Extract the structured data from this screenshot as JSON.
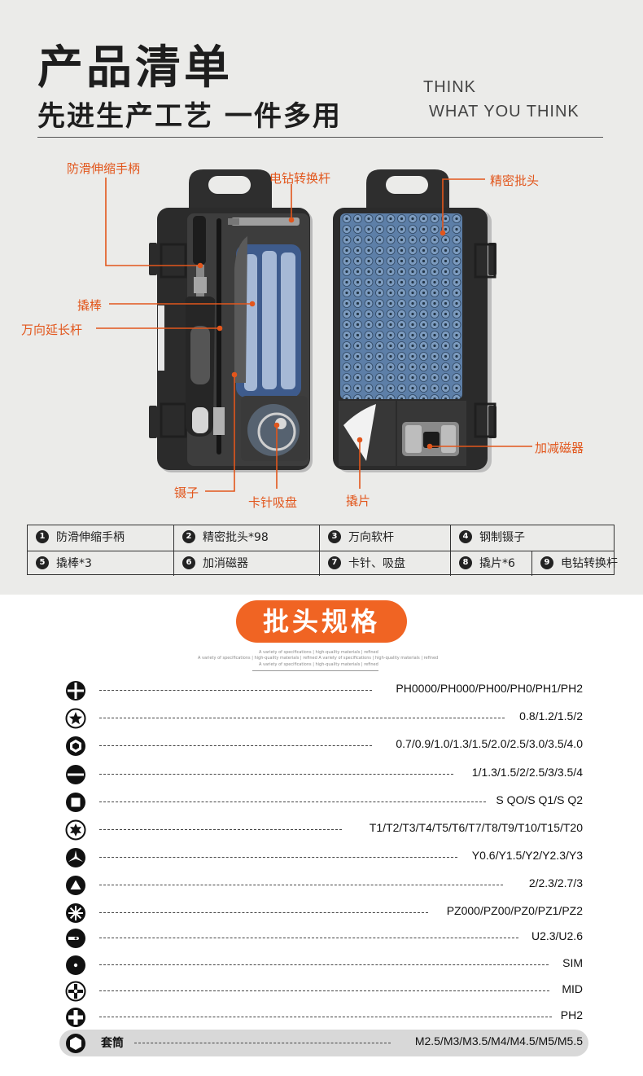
{
  "header": {
    "title": "产品清单",
    "subtitle": "先进生产工艺 一件多用",
    "slogan_line1": "THINK",
    "slogan_line2": "WHAT YOU THINK"
  },
  "callouts": {
    "handle": "防滑伸缩手柄",
    "drill_adapter": "电钻转换杆",
    "precision_bits": "精密批头",
    "pry_bar": "撬棒",
    "extension_rod": "万向延长杆",
    "magnetizer": "加减磁器",
    "tweezers": "镊子",
    "pin_sucker": "卡针吸盘",
    "pick": "撬片"
  },
  "contents_table": [
    {
      "num": "1",
      "label": "防滑伸缩手柄"
    },
    {
      "num": "2",
      "label": "精密批头*98"
    },
    {
      "num": "3",
      "label": "万向软杆"
    },
    {
      "num": "4",
      "label": "钢制镊子"
    },
    {
      "num": "5",
      "label": "撬棒*3"
    },
    {
      "num": "6",
      "label": "加消磁器"
    },
    {
      "num": "7",
      "label": "卡针、吸盘"
    },
    {
      "num": "8",
      "label": "撬片*6"
    },
    {
      "num": "9",
      "label": "电钻转换杆"
    }
  ],
  "spec_section": {
    "title": "批头规格",
    "tagline_1": "A variety of specifications | high-quality materials | refined",
    "tagline_2": "A variety of specifications | high-quality materials | refined  A variety of specifications | high-quality materials | refined",
    "tagline_3": "A variety of specifications | high-quality materials | refined"
  },
  "bit_specs": [
    {
      "icon": "phillips-bit-icon",
      "value": "PH0000/PH000/PH00/PH0/PH1/PH2"
    },
    {
      "icon": "pentalobe-star-bit-icon",
      "value": "0.8/1.2/1.5/2"
    },
    {
      "icon": "hex-bit-icon",
      "value": "0.7/0.9/1.0/1.3/1.5/2.0/2.5/3.0/3.5/4.0"
    },
    {
      "icon": "slotted-bit-icon",
      "value": "1/1.3/1.5/2/2.5/3/3.5/4"
    },
    {
      "icon": "square-bit-icon",
      "value": "S QO/S Q1/S Q2"
    },
    {
      "icon": "torx-bit-icon",
      "value": "T1/T2/T3/T4/T5/T6/T7/T8/T9/T10/T15/T20"
    },
    {
      "icon": "tri-wing-bit-icon",
      "value": "Y0.6/Y1.5/Y2/Y2.3/Y3"
    },
    {
      "icon": "triangle-bit-icon",
      "value": "2/2.3/2.7/3"
    },
    {
      "icon": "pozidriv-bit-icon",
      "value": "PZ000/PZ00/PZ0/PZ1/PZ2"
    },
    {
      "icon": "u-shape-bit-icon",
      "value": "U2.3/U2.6"
    },
    {
      "icon": "sim-pin-bit-icon",
      "value": "SIM"
    },
    {
      "icon": "mid-bit-icon",
      "value": "MID"
    },
    {
      "icon": "ph2-bit-icon",
      "value": "PH2"
    }
  ],
  "sleeve_spec": {
    "icon": "hex-socket-icon",
    "name": "套筒",
    "value": "M2.5/M3/M3.5/M4/M4.5/M5/M5.5"
  },
  "colors": {
    "accent": "#f06423",
    "callout_text": "#e2561c",
    "bit_blue": "#4f6f95",
    "case_dark": "#2b2b2b"
  }
}
